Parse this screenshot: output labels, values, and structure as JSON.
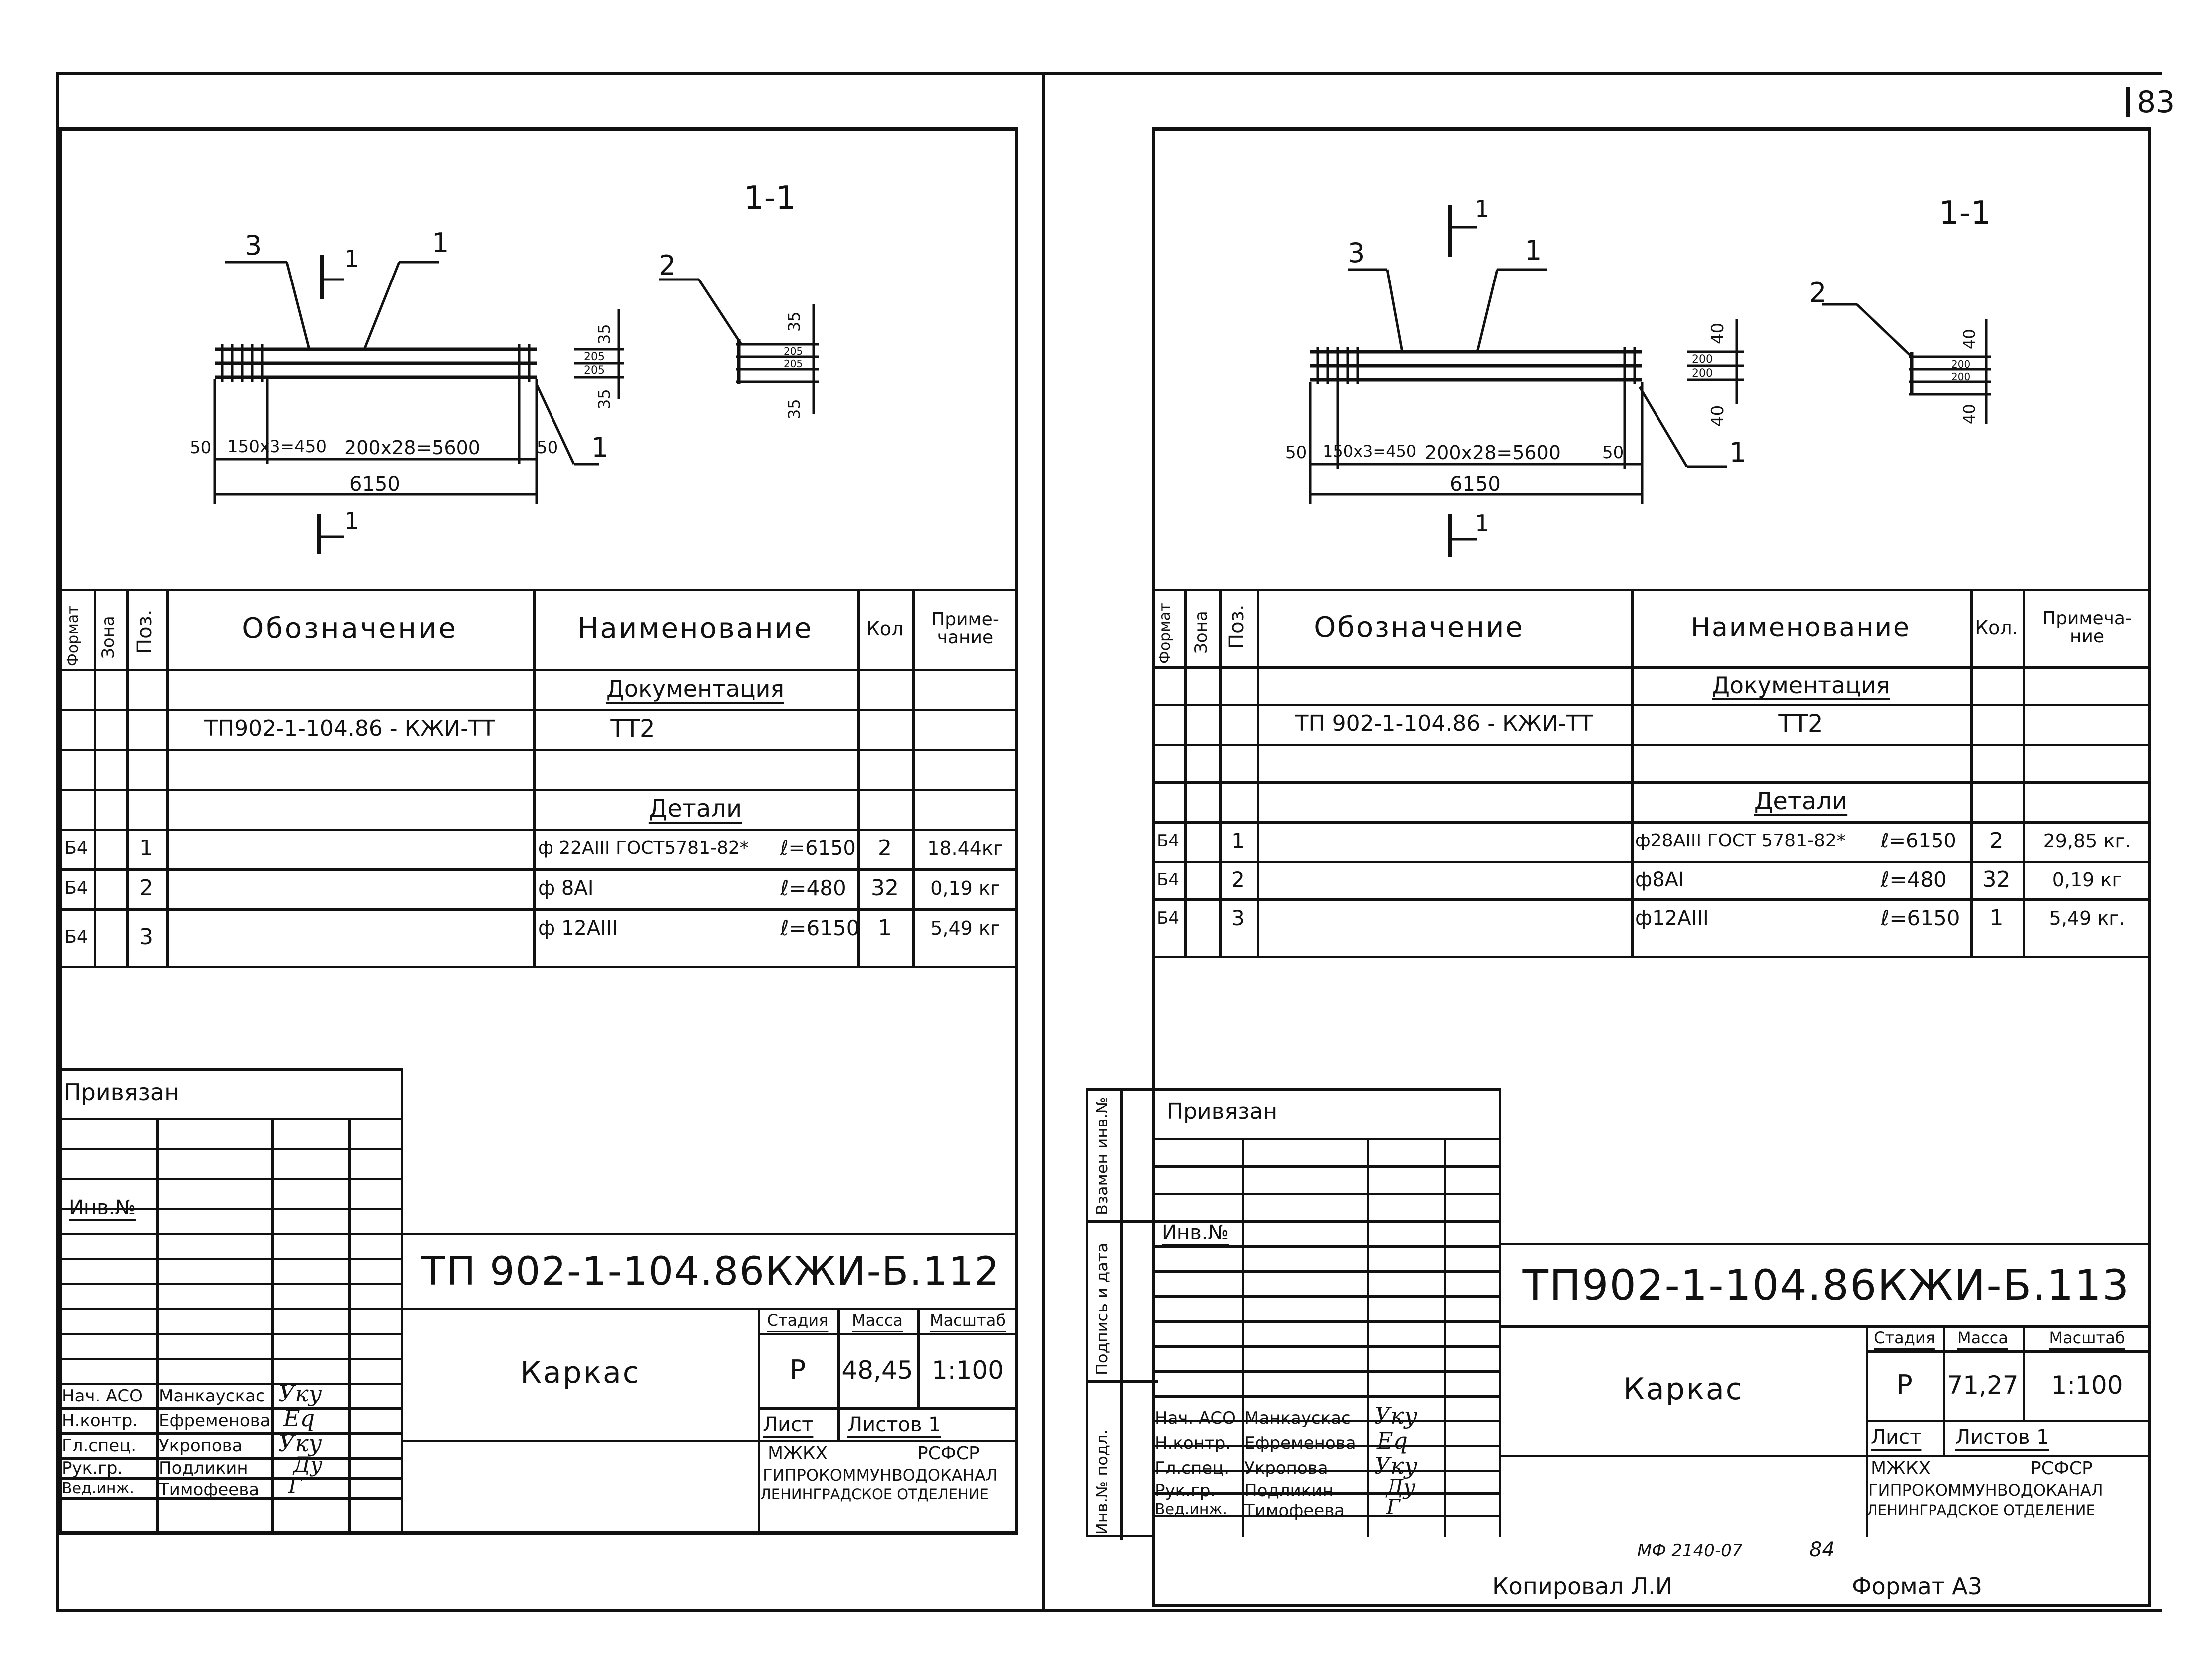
{
  "page": {
    "number": "83"
  },
  "sheets": [
    {
      "id": "left",
      "drawing": {
        "section_title": "1-1",
        "section_mark": "1",
        "callouts": [
          "3",
          "1",
          "1",
          "2"
        ],
        "dims": {
          "d50a": "50",
          "span1": "150x3=450",
          "span2": "200x28=5600",
          "d50b": "50",
          "total": "6150",
          "v_top": "35",
          "v_mid1": "205",
          "v_mid2": "205",
          "v_bot": "35"
        }
      },
      "spec": {
        "headers": {
          "format": "Формат",
          "zone": "Зона",
          "pos": "Поз.",
          "designation": "Обозначение",
          "name": "Наименование",
          "qty": "Кол",
          "note": "Приме-\nчание"
        },
        "doc_section": "Документация",
        "doc_row": {
          "designation": "ТП902-1-104.86 - КЖИ-ТТ",
          "name": "ТТ2"
        },
        "details_section": "Детали",
        "rows": [
          {
            "format": "Б4",
            "pos": "1",
            "name": "ф 22АIII ГОСТ5781-82*",
            "length": "ℓ=6150",
            "qty": "2",
            "note": "18.44кг"
          },
          {
            "format": "Б4",
            "pos": "2",
            "name": "ф 8АI",
            "length": "ℓ=480",
            "qty": "32",
            "note": "0,19 кг"
          },
          {
            "format": "Б4",
            "pos": "3",
            "name": "ф 12АIII",
            "length": "ℓ=6150",
            "qty": "1",
            "note": "5,49 кг"
          }
        ]
      },
      "stamp": {
        "bound_label": "Привязан",
        "inv_label": "Инв.№",
        "code": "ТП 902-1-104.86КЖИ-Б.112",
        "title": "Каркас",
        "stage_label": "Стадия",
        "mass_label": "Масса",
        "scale_label": "Масштаб",
        "stage": "Р",
        "mass": "48,45",
        "scale": "1:100",
        "sheet_label": "Лист",
        "sheets_label": "Листов 1",
        "org_line1a": "МЖКХ",
        "org_line1b": "РСФСР",
        "org_line2": "ГИПРОКОММУНВОДОКАНАЛ",
        "org_line3": "Ленинградское отделение",
        "people": [
          {
            "role": "Нач. АСО",
            "name": "Манкаускас",
            "sig": "Уку"
          },
          {
            "role": "Н.контр.",
            "name": "Ефременова",
            "sig": "Eq"
          },
          {
            "role": "Гл.спец.",
            "name": "Укропова",
            "sig": "Уку"
          },
          {
            "role": "Рук.гр.",
            "name": "Подликин",
            "sig": "Ду"
          },
          {
            "role": "Вед.инж.",
            "name": "Тимофеева",
            "sig": "Г"
          }
        ]
      }
    },
    {
      "id": "right",
      "drawing": {
        "section_title": "1-1",
        "section_mark": "1",
        "callouts": [
          "3",
          "1",
          "1",
          "2"
        ],
        "dims": {
          "d50a": "50",
          "span1": "150x3=450",
          "span2": "200x28=5600",
          "d50b": "50",
          "total": "6150",
          "v_top": "40",
          "v_mid1": "200",
          "v_mid2": "200",
          "v_bot": "40"
        }
      },
      "spec": {
        "headers": {
          "format": "Формат",
          "zone": "Зона",
          "pos": "Поз.",
          "designation": "Обозначение",
          "name": "Наименование",
          "qty": "Кол.",
          "note": "Примеча-\nние"
        },
        "doc_section": "Документация",
        "doc_row": {
          "designation": "ТП 902-1-104.86 - КЖИ-ТТ",
          "name": "ТТ2"
        },
        "details_section": "Детали",
        "rows": [
          {
            "format": "Б4",
            "pos": "1",
            "name": "ф28АIII ГОСТ 5781-82*",
            "length": "ℓ=6150",
            "qty": "2",
            "note": "29,85 кг."
          },
          {
            "format": "Б4",
            "pos": "2",
            "name": "ф8АI",
            "length": "ℓ=480",
            "qty": "32",
            "note": "0,19 кг"
          },
          {
            "format": "Б4",
            "pos": "3",
            "name": "ф12АIII",
            "length": "ℓ=6150",
            "qty": "1",
            "note": "5,49 кг."
          }
        ]
      },
      "side_labels": [
        "Взамен инв.№",
        "Подпись и дата",
        "Инв.№ подл."
      ],
      "stamp": {
        "bound_label": "Привязан",
        "inv_label": "Инв.№",
        "code": "ТП902-1-104.86КЖИ-Б.113",
        "title": "Каркас",
        "stage_label": "Стадия",
        "mass_label": "Масса",
        "scale_label": "Масштаб",
        "stage": "Р",
        "mass": "71,27",
        "scale": "1:100",
        "sheet_label": "Лист",
        "sheets_label": "Листов 1",
        "org_line1a": "МЖКХ",
        "org_line1b": "РСФСР",
        "org_line2": "ГИПРОКОММУНВОДОКАНАЛ",
        "org_line3": "Ленинградское отделение",
        "people": [
          {
            "role": "Нач. АСО",
            "name": "Манкаускас",
            "sig": "Уку"
          },
          {
            "role": "Н.контр.",
            "name": "Ефременова",
            "sig": "Eq"
          },
          {
            "role": "Гл.спец.",
            "name": "Укропова",
            "sig": "Уку"
          },
          {
            "role": "Рук.гр.",
            "name": "Подликин",
            "sig": "Ду"
          },
          {
            "role": "Вед.инж.",
            "name": "Тимофеева",
            "sig": "Г"
          }
        ]
      }
    }
  ],
  "footer": {
    "ref": "МФ 2140-07",
    "ref_page": "84",
    "copied": "Копировал Л.И",
    "format": "Формат А3"
  }
}
